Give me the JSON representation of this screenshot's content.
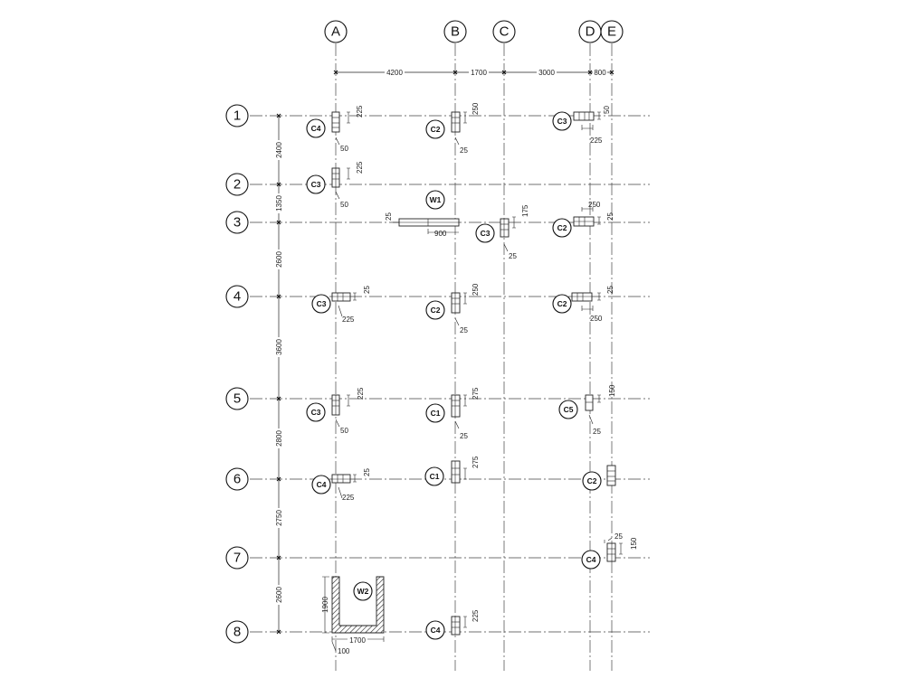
{
  "grid": {
    "columns": [
      "A",
      "B",
      "C",
      "D",
      "E"
    ],
    "rows": [
      "1",
      "2",
      "3",
      "4",
      "5",
      "6",
      "7",
      "8"
    ]
  },
  "dims": {
    "top": [
      "4200",
      "1700",
      "3000",
      "800"
    ],
    "left": [
      "2400",
      "1350",
      "2600",
      "3600",
      "2800",
      "2750",
      "2600"
    ]
  },
  "tags": {
    "c4_a1": "C4",
    "c2_b1": "C2",
    "c3_d1": "C3",
    "c3_a2": "C3",
    "w1": "W1",
    "c3_c3": "C3",
    "c2_d3": "C2",
    "c3_a4": "C3",
    "c2_b4": "C2",
    "c2_d4": "C2",
    "c3_a5": "C3",
    "c1_b5": "C1",
    "c5_d5": "C5",
    "c4_a6": "C4",
    "c1_b6": "C1",
    "c2_e6": "C2",
    "c4_e7": "C4",
    "w2": "W2",
    "c4_b8": "C4"
  },
  "offsets": {
    "a1_v": "225",
    "a1_b": "50",
    "b1_v": "250",
    "b1_b": "25",
    "d1_v": "50",
    "d1_b": "225",
    "a2_v": "225",
    "a2_b": "50",
    "w1_left": "25",
    "w1_len": "900",
    "c3_v": "175",
    "c3_b": "25",
    "d3_top": "250",
    "d3_v": "25",
    "a4_v": "25",
    "a4_b": "225",
    "b4_v": "250",
    "b4_b": "25",
    "d4_v": "25",
    "d4_b": "250",
    "a5_v": "225",
    "a5_b": "50",
    "b5_v": "275",
    "b5_b": "25",
    "d5_v": "150",
    "d5_b": "25",
    "a6_v": "25",
    "a6_b": "225",
    "b6_v": "275",
    "e7_top": "25",
    "e7_v": "150",
    "w2_h": "1900",
    "w2_w": "1700",
    "w2_t": "100",
    "b8_v": "225"
  }
}
